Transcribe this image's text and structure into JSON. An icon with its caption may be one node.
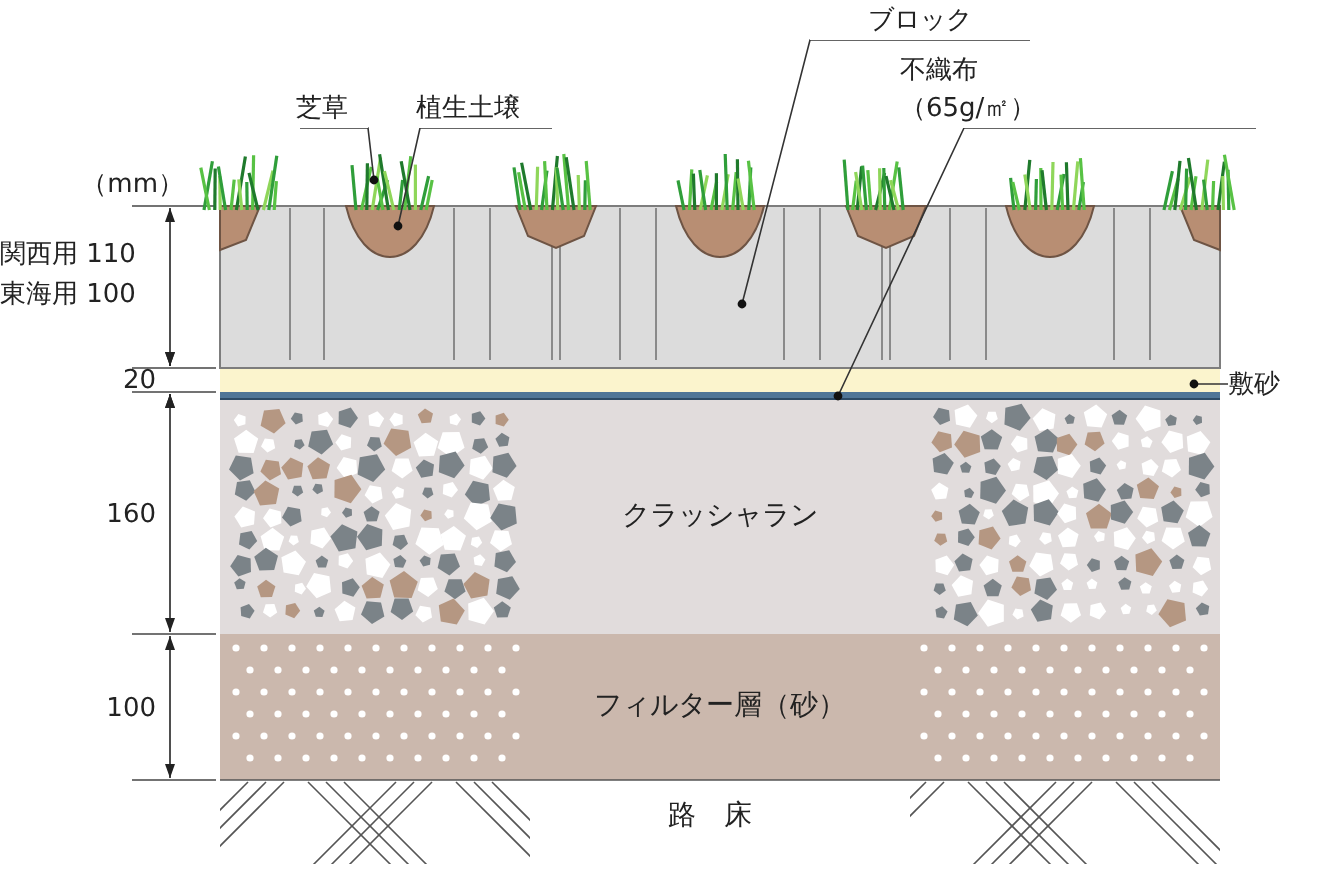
{
  "diagram": {
    "nodes": [
      {
        "text": [
          "芝草"
        ]
      },
      {
        "text": [
          "植生土壌"
        ]
      },
      {
        "text": [
          "ブロック"
        ]
      },
      {
        "text": [
          "不織布",
          "（65g/㎡）"
        ]
      },
      {
        "text": [],
        "shape": "box"
      },
      {
        "text": [],
        "shape": "picture",
        "in": 4
      },
      {
        "text": [],
        "shape": "picture"
      },
      {
        "text": [],
        "shape": "bar"
      },
      {
        "text": [],
        "shape": "bar"
      },
      {
        "text": [
          "敷砂"
        ]
      },
      {
        "text": [
          "クラッシャラン"
        ]
      },
      {
        "text": [
          "フィルター層（砂）"
        ]
      }
    ],
    "edges": [
      {
        "from": 0,
        "to": 6,
        "arrow": "other"
      },
      {
        "from": 1,
        "to": 5,
        "arrow": "other"
      },
      {
        "from": 2,
        "to": 4,
        "arrow": "other"
      },
      {
        "from": 3,
        "to": 8,
        "arrow": "other"
      },
      {
        "from": 9,
        "to": 7,
        "arrow": "other"
      }
    ],
    "labels": [
      "（mm）",
      "関西用 110",
      "東海用 100",
      "20",
      "160",
      "100",
      "路　床"
    ]
  }
}
